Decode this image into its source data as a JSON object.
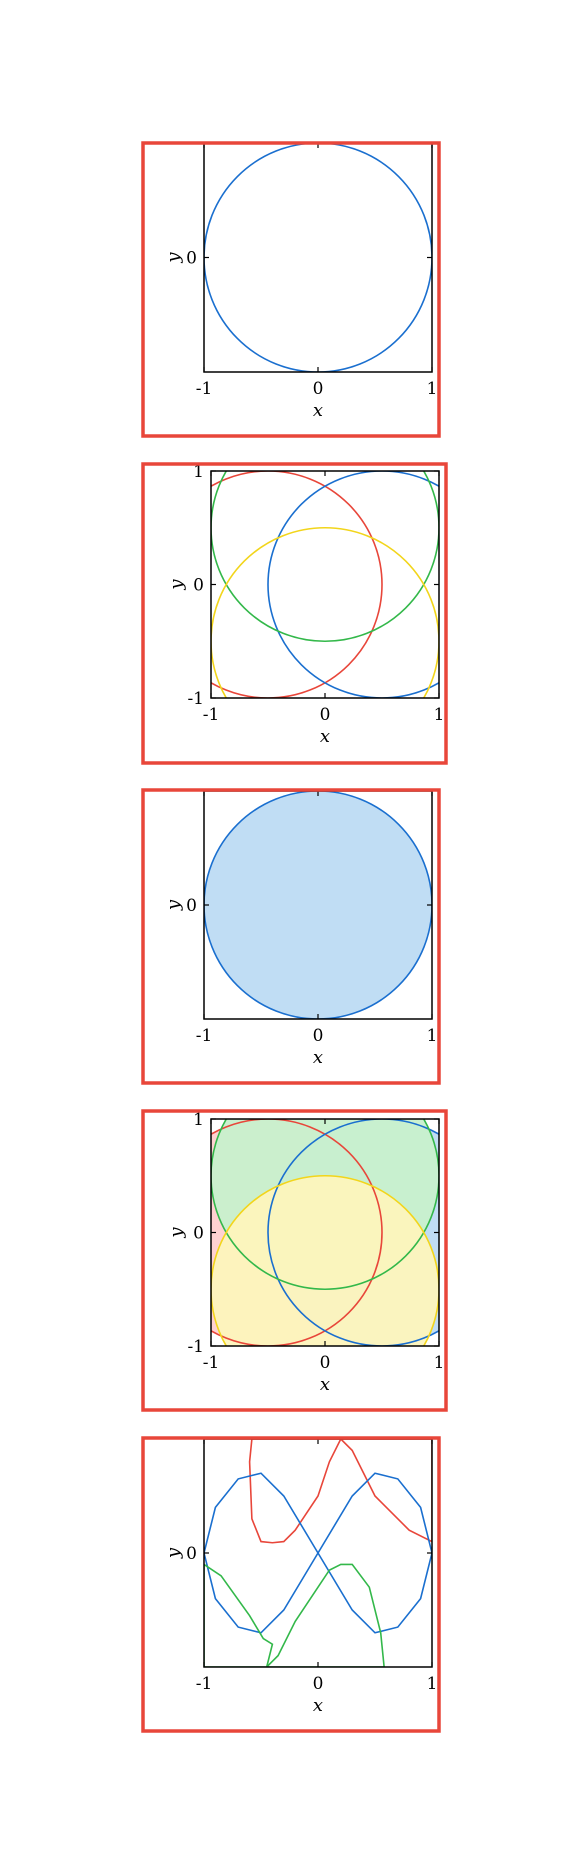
{
  "panel_frame_color": "#e8463a",
  "chart_data": [
    {
      "type": "line",
      "xlabel": "x",
      "ylabel": "y",
      "xlim": [
        -1,
        1
      ],
      "ylim": [
        -1,
        1
      ],
      "x_ticks": [
        "-1",
        "0",
        "1"
      ],
      "y_ticks": [
        "0"
      ],
      "grid": false,
      "series": [
        {
          "shape": "circle",
          "center": [
            0,
            0
          ],
          "radius": 1,
          "color": "#1a6fcf",
          "filled": false
        }
      ]
    },
    {
      "type": "line",
      "xlabel": "x",
      "ylabel": "y",
      "xlim": [
        -1,
        1
      ],
      "ylim": [
        -1,
        1
      ],
      "x_ticks": [
        "-1",
        "0",
        "1"
      ],
      "y_ticks": [
        "-1",
        "0",
        "1"
      ],
      "grid": false,
      "series": [
        {
          "shape": "circle",
          "center": [
            -0.5,
            0
          ],
          "radius": 1,
          "color": "#e8463a",
          "filled": false
        },
        {
          "shape": "circle",
          "center": [
            0.5,
            0
          ],
          "radius": 1,
          "color": "#1a6fcf",
          "filled": false
        },
        {
          "shape": "circle",
          "center": [
            0,
            0.5
          ],
          "radius": 1,
          "color": "#33b84a",
          "filled": false
        },
        {
          "shape": "circle",
          "center": [
            0,
            -0.5
          ],
          "radius": 1,
          "color": "#f2d51b",
          "filled": false
        }
      ]
    },
    {
      "type": "area",
      "xlabel": "x",
      "ylabel": "y",
      "xlim": [
        -1,
        1
      ],
      "ylim": [
        -1,
        1
      ],
      "x_ticks": [
        "-1",
        "0",
        "1"
      ],
      "y_ticks": [
        "0"
      ],
      "grid": false,
      "series": [
        {
          "shape": "circle",
          "center": [
            0,
            0
          ],
          "radius": 1,
          "color": "#1a6fcf",
          "fill": "#bddbf3",
          "filled": true
        }
      ]
    },
    {
      "type": "area",
      "xlabel": "x",
      "ylabel": "y",
      "xlim": [
        -1,
        1
      ],
      "ylim": [
        -1,
        1
      ],
      "x_ticks": [
        "-1",
        "0",
        "1"
      ],
      "y_ticks": [
        "-1",
        "0",
        "1"
      ],
      "grid": false,
      "series": [
        {
          "shape": "circle",
          "center": [
            -0.5,
            0
          ],
          "radius": 1,
          "color": "#e8463a",
          "fill": "#ffcfcf",
          "filled": true
        },
        {
          "shape": "circle",
          "center": [
            0.5,
            0
          ],
          "radius": 1,
          "color": "#1a6fcf",
          "fill": "#bddbf3",
          "filled": true
        },
        {
          "shape": "circle",
          "center": [
            0,
            0.5
          ],
          "radius": 1,
          "color": "#33b84a",
          "fill": "#c8f0cc",
          "filled": true
        },
        {
          "shape": "circle",
          "center": [
            0,
            -0.5
          ],
          "radius": 1,
          "color": "#f2d51b",
          "fill": "#fdf4bc",
          "filled": true
        }
      ]
    },
    {
      "type": "area",
      "xlabel": "x",
      "ylabel": "y",
      "xlim": [
        -1,
        1
      ],
      "ylim": [
        -1,
        1
      ],
      "x_ticks": [
        "-1",
        "0",
        "1"
      ],
      "y_ticks": [
        "0"
      ],
      "grid": false,
      "series": [
        {
          "shape": "polygon",
          "color": "#e8463a",
          "fill": "#ffcfcf",
          "points": [
            [
              -0.58,
              1
            ],
            [
              -0.6,
              0.8
            ],
            [
              -0.58,
              0.3
            ],
            [
              -0.5,
              0.1
            ],
            [
              -0.4,
              0.09
            ],
            [
              -0.3,
              0.1
            ],
            [
              -0.2,
              0.2
            ],
            [
              0,
              0.5
            ],
            [
              0.1,
              0.8
            ],
            [
              0.2,
              1
            ],
            [
              0.3,
              0.9
            ],
            [
              0.5,
              0.5
            ],
            [
              0.8,
              0.2
            ],
            [
              1,
              0.1
            ],
            [
              1,
              1
            ]
          ]
        },
        {
          "shape": "polygon",
          "color": "#1a6fcf",
          "fill": "#bddbf3",
          "points": [
            [
              -1,
              0
            ],
            [
              -0.9,
              0.4
            ],
            [
              -0.7,
              0.65
            ],
            [
              -0.5,
              0.7
            ],
            [
              -0.3,
              0.5
            ],
            [
              0,
              0
            ],
            [
              0.3,
              -0.5
            ],
            [
              0.5,
              -0.7
            ],
            [
              0.7,
              -0.65
            ],
            [
              0.9,
              -0.4
            ],
            [
              1,
              0
            ],
            [
              0.9,
              0.4
            ],
            [
              0.7,
              0.65
            ],
            [
              0.5,
              0.7
            ],
            [
              0.3,
              0.5
            ],
            [
              0,
              0
            ],
            [
              -0.3,
              -0.5
            ],
            [
              -0.5,
              -0.7
            ],
            [
              -0.7,
              -0.65
            ],
            [
              -0.9,
              -0.4
            ]
          ]
        },
        {
          "shape": "polygon",
          "color": "#33b84a",
          "fill": "#c8f0cc",
          "points": [
            [
              -1,
              -0.1
            ],
            [
              -0.85,
              -0.2
            ],
            [
              -0.6,
              -0.55
            ],
            [
              -0.48,
              -0.75
            ],
            [
              -0.4,
              -0.8
            ],
            [
              -0.45,
              -1
            ],
            [
              -0.35,
              -0.9
            ],
            [
              -0.2,
              -0.6
            ],
            [
              0,
              -0.3
            ],
            [
              0.1,
              -0.15
            ],
            [
              0.2,
              -0.1
            ],
            [
              0.3,
              -0.1
            ],
            [
              0.45,
              -0.3
            ],
            [
              0.55,
              -0.7
            ],
            [
              0.58,
              -1
            ],
            [
              -1,
              -1
            ]
          ]
        }
      ]
    }
  ]
}
